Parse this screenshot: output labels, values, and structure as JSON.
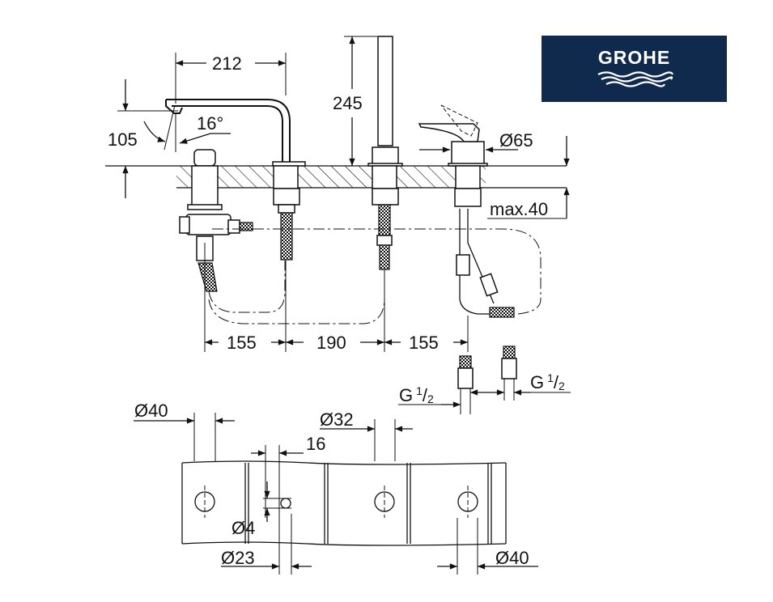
{
  "logo": {
    "text": "GROHE",
    "bg_color": "#0f2a4d"
  },
  "elevation": {
    "spout_reach": "212",
    "spout_height": "105",
    "spout_angle": "16°",
    "shower_height": "245",
    "mixer_diameter": "Ø65",
    "deck_thickness": "max.40",
    "spacing": [
      "155",
      "190",
      "155"
    ],
    "thread_left": {
      "prefix": "G",
      "num": "1",
      "den": "2"
    },
    "thread_right": {
      "prefix": "G",
      "num": "1",
      "den": "2"
    }
  },
  "plan": {
    "hole_left": "Ø40",
    "hole_shower": "Ø32",
    "offset": "16",
    "small_hole": "Ø4",
    "hole_diverter": "Ø23",
    "hole_right": "Ø40"
  }
}
